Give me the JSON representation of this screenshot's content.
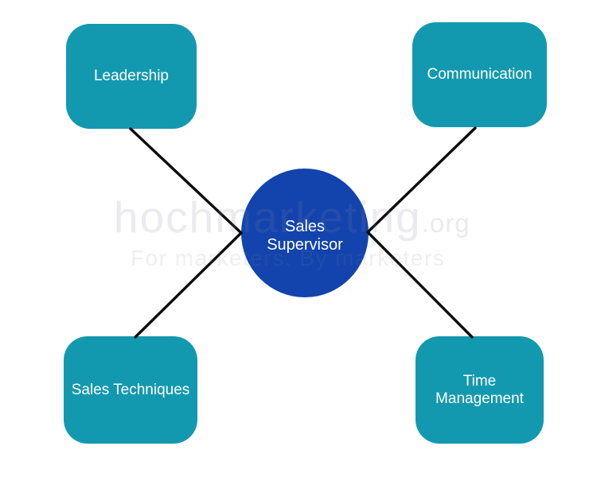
{
  "page": {
    "background_color": "#ffffff"
  },
  "watermark": {
    "brand": "hochmarketing",
    "domain_suffix": ".org",
    "tagline": "For marketers. By marketers"
  },
  "diagram": {
    "center_node": {
      "label": "Sales Supervisor",
      "fill_color": "#1344ad",
      "text_color": "#ffffff",
      "shape": "circle"
    },
    "satellite_fill_color": "#1399af",
    "satellite_text_color": "#ffffff",
    "connector_color": "#0c0c0c",
    "nodes": [
      {
        "id": "leadership",
        "label": "Leadership",
        "position": "top-left"
      },
      {
        "id": "communication",
        "label": "Communication",
        "position": "top-right"
      },
      {
        "id": "sales-techniques",
        "label": "Sales Techniques",
        "position": "bottom-left"
      },
      {
        "id": "time-management",
        "label": "Time Management",
        "position": "bottom-right"
      }
    ]
  }
}
